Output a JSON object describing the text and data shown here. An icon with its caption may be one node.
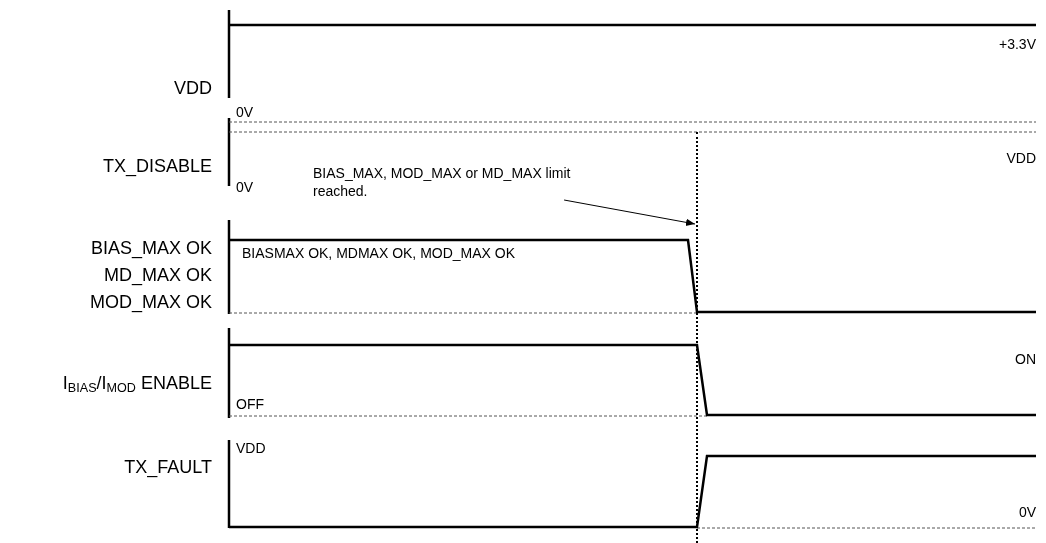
{
  "diagram": {
    "nodes": [
      {
        "text": [
          "BIAS_MAX, MOD_MAX or MD_MAX limit reached."
        ]
      },
      {
        "text": [],
        "shape": "line"
      }
    ],
    "edges": [
      {
        "from": 0,
        "to": 1,
        "arrow": "to"
      }
    ],
    "labels": [
      "VDD",
      "+3.3V",
      "0V",
      "TX_DISABLE",
      "VDD",
      "0V",
      "BIAS_MAX OK",
      "MD_MAX OK",
      "MOD_MAX OK",
      "BIASMAX OK, MDMAX OK, MOD_MAX OK",
      "I$_{BIAS}$/I$_{MOD}$ ENABLE",
      "ON",
      "OFF",
      "TX_FAULT",
      "VDD",
      "0V"
    ]
  }
}
